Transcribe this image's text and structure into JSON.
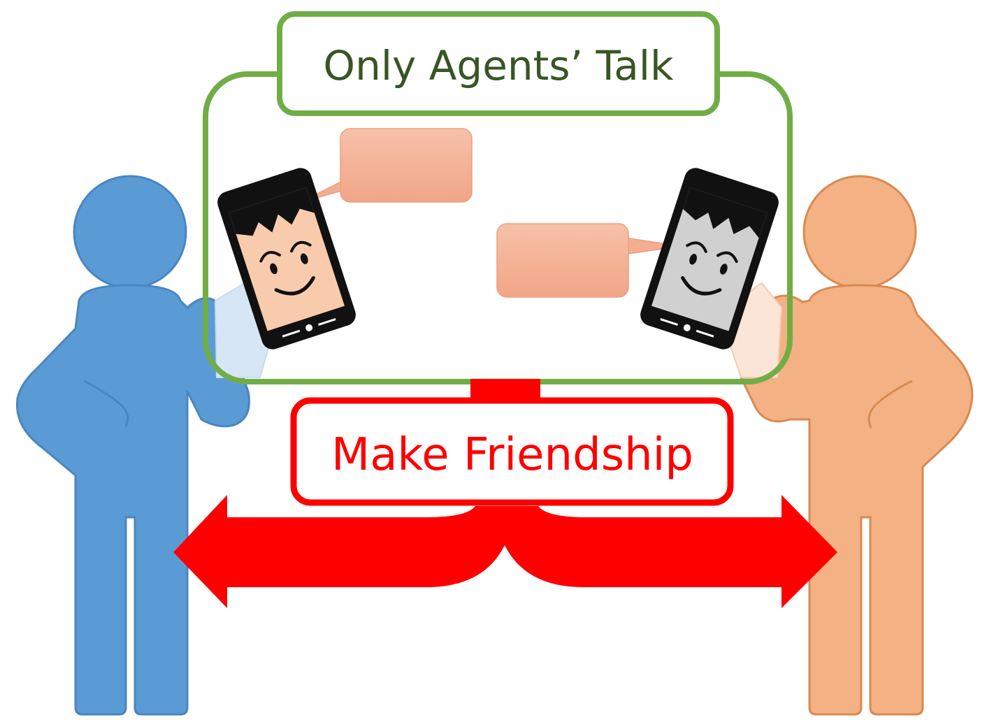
{
  "agents_box": {
    "label": "Only Agents’ Talk",
    "border_color": "#70ad47",
    "label_color": "#375623"
  },
  "friendship": {
    "label": "Make Friendship",
    "color": "#ff0000",
    "arrow": "double-headed"
  },
  "people": [
    {
      "name": "person-left",
      "color": "#5b9bd5",
      "outline": "#4a86c0"
    },
    {
      "name": "person-right",
      "color": "#f4b183",
      "outline": "#d88a52"
    }
  ],
  "phones": [
    {
      "name": "phone-left",
      "screen_color": "#f8cbad",
      "icon": "smiling-face-phone"
    },
    {
      "name": "phone-right",
      "screen_color": "#d0d0d0",
      "icon": "smiling-face-phone"
    }
  ],
  "speech_bubbles": [
    {
      "name": "speech-bubble-left",
      "color": "#f4b7a0",
      "text": ""
    },
    {
      "name": "speech-bubble-right",
      "color": "#f4b7a0",
      "text": ""
    }
  ]
}
